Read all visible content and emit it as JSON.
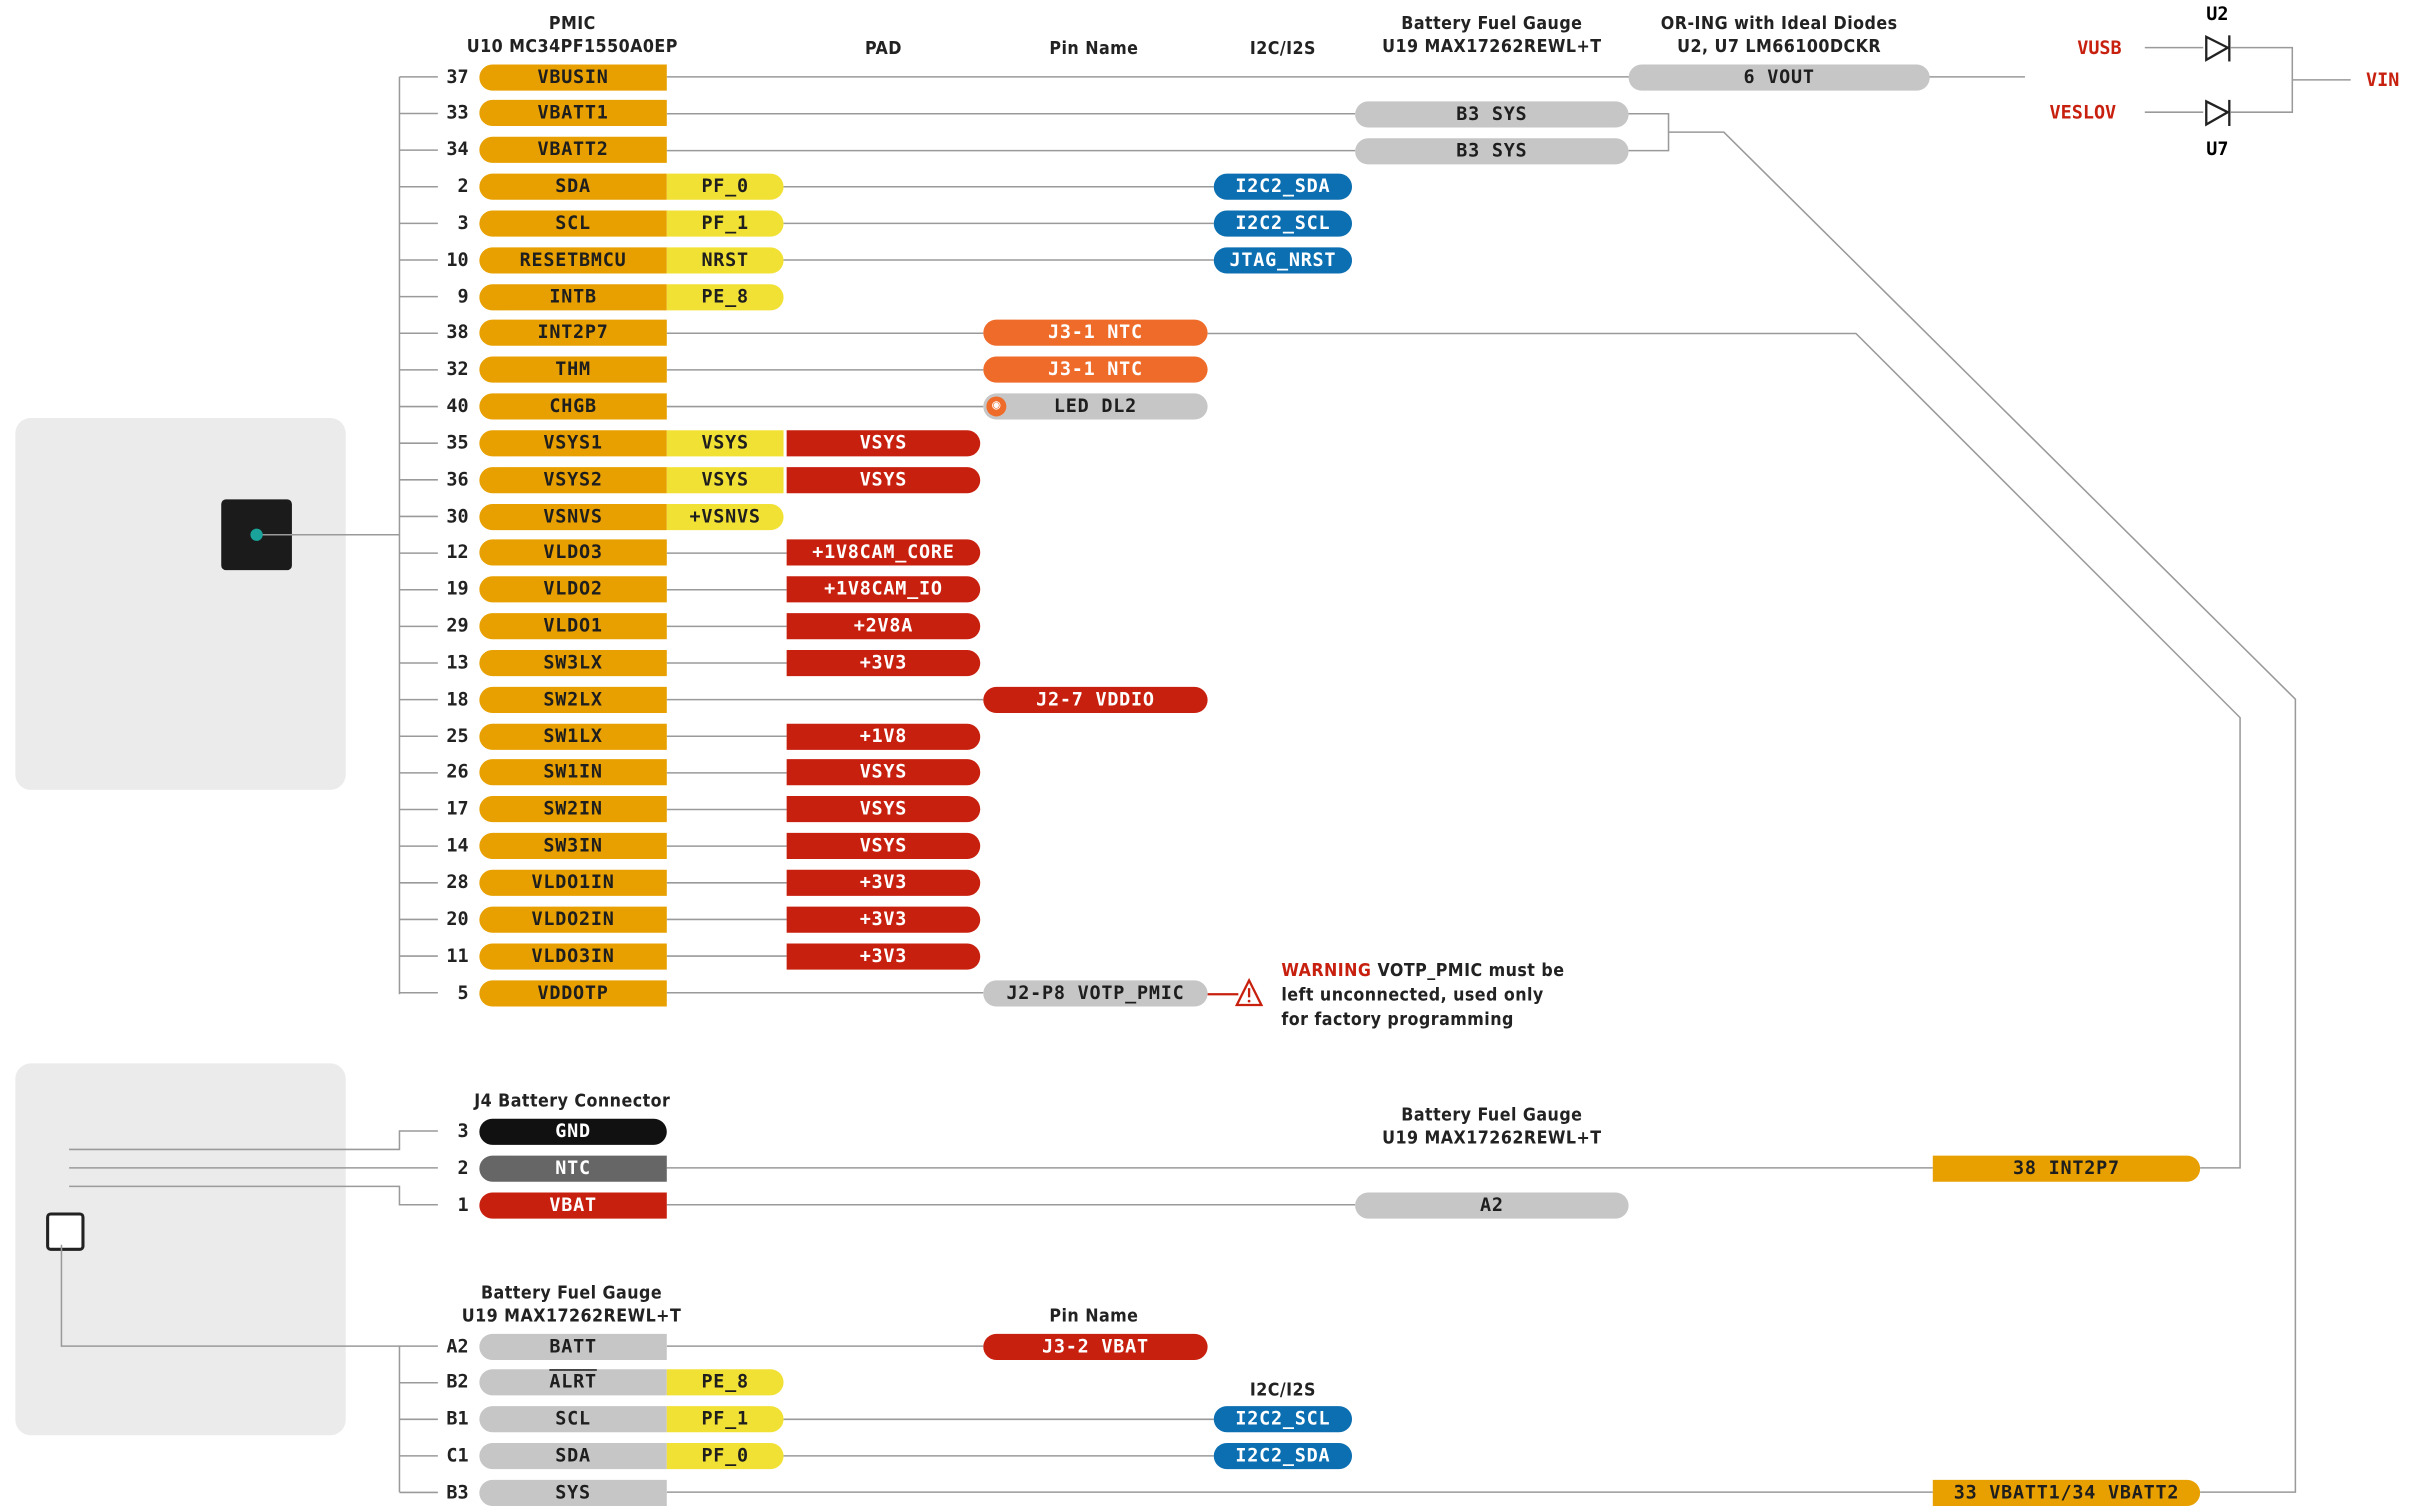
{
  "headers": {
    "pmic_title": "PMIC",
    "pmic_sub": "U10 MC34PF1550A0EP",
    "pad": "PAD",
    "pin_name": "Pin Name",
    "i2c": "I2C/I2S",
    "bfg_title": "Battery Fuel Gauge",
    "bfg_sub": "U19 MAX17262REWL+T",
    "oring_title": "OR-ING with Ideal Diodes",
    "oring_sub": "U2, U7 LM66100DCKR",
    "j4_title": "J4 Battery Connector",
    "bfg2_title": "Battery Fuel Gauge",
    "bfg2_sub": "U19 MAX17262REWL+T",
    "bfg3_title": "Battery Fuel Gauge",
    "bfg3_sub": "U19 MAX17262REWL+T",
    "pin_name2": "Pin Name",
    "i2c2": "I2C/I2S"
  },
  "pmic_rows": [
    {
      "num": "37",
      "name": "VBUSIN"
    },
    {
      "num": "33",
      "name": "VBATT1"
    },
    {
      "num": "34",
      "name": "VBATT2"
    },
    {
      "num": "2",
      "name": "SDA",
      "pad": "PF_0",
      "i2c": "I2C2_SDA"
    },
    {
      "num": "3",
      "name": "SCL",
      "pad": "PF_1",
      "i2c": "I2C2_SCL"
    },
    {
      "num": "10",
      "name": "RESETBMCU",
      "pad": "NRST",
      "i2c": "JTAG_NRST"
    },
    {
      "num": "9",
      "name": "INTB",
      "pad": "PE_8"
    },
    {
      "num": "38",
      "name": "INT2P7",
      "pin": "J3-1 NTC"
    },
    {
      "num": "32",
      "name": "THM",
      "pin": "J3-1 NTC"
    },
    {
      "num": "40",
      "name": "CHGB",
      "pin": "LED DL2"
    },
    {
      "num": "35",
      "name": "VSYS1",
      "pad": "VSYS",
      "rail": "VSYS"
    },
    {
      "num": "36",
      "name": "VSYS2",
      "pad": "VSYS",
      "rail": "VSYS"
    },
    {
      "num": "30",
      "name": "VSNVS",
      "pad": "+VSNVS"
    },
    {
      "num": "12",
      "name": "VLDO3",
      "rail": "+1V8CAM_CORE"
    },
    {
      "num": "19",
      "name": "VLDO2",
      "rail": "+1V8CAM_IO"
    },
    {
      "num": "29",
      "name": "VLDO1",
      "rail": "+2V8A"
    },
    {
      "num": "13",
      "name": "SW3LX",
      "rail": "+3V3"
    },
    {
      "num": "18",
      "name": "SW2LX",
      "pin": "J2-7 VDDIO"
    },
    {
      "num": "25",
      "name": "SW1LX",
      "rail": "+1V8"
    },
    {
      "num": "26",
      "name": "SW1IN",
      "rail": "VSYS"
    },
    {
      "num": "17",
      "name": "SW2IN",
      "rail": "VSYS"
    },
    {
      "num": "14",
      "name": "SW3IN",
      "rail": "VSYS"
    },
    {
      "num": "28",
      "name": "VLDO1IN",
      "rail": "+3V3"
    },
    {
      "num": "20",
      "name": "VLDO2IN",
      "rail": "+3V3"
    },
    {
      "num": "11",
      "name": "VLDO3IN",
      "rail": "+3V3"
    },
    {
      "num": "5",
      "name": "VDDOTP",
      "pin": "J2-P8 VOTP_PMIC"
    }
  ],
  "fuel_gauge_pills": {
    "b3_sys_a": "B3 SYS",
    "b3_sys_b": "B3 SYS",
    "vout": "6 VOUT"
  },
  "oring": {
    "vusb": "VUSB",
    "veslov": "VESLOV",
    "u2": "U2",
    "u7": "U7",
    "vin": "VIN"
  },
  "warning": {
    "word": "WARNING",
    "line1": "VOTP_PMIC must be",
    "line2": "left unconnected, used only",
    "line3": "for factory programming"
  },
  "j4_rows": [
    {
      "num": "3",
      "name": "GND"
    },
    {
      "num": "2",
      "name": "NTC"
    },
    {
      "num": "1",
      "name": "VBAT"
    }
  ],
  "j4_targets": {
    "int2p7": "38 INT2P7",
    "a2": "A2"
  },
  "bfg_rows": [
    {
      "num": "A2",
      "name": "BATT",
      "pin": "J3-2 VBAT"
    },
    {
      "num": "B2",
      "name": "ALRT",
      "pad": "PE_8"
    },
    {
      "num": "B1",
      "name": "SCL",
      "pad": "PF_1",
      "i2c": "I2C2_SCL"
    },
    {
      "num": "C1",
      "name": "SDA",
      "pad": "PF_0",
      "i2c": "I2C2_SDA"
    },
    {
      "num": "B3",
      "name": "SYS",
      "far": "33 VBATT1/34 VBATT2"
    }
  ],
  "colors": {
    "pmic_pin": "#e8a000",
    "pad": "#f2e135",
    "rail": "#c8200f",
    "ntc": "#ef6b2a",
    "i2c": "#0c6fb1",
    "gray": "#c6c6c6"
  }
}
